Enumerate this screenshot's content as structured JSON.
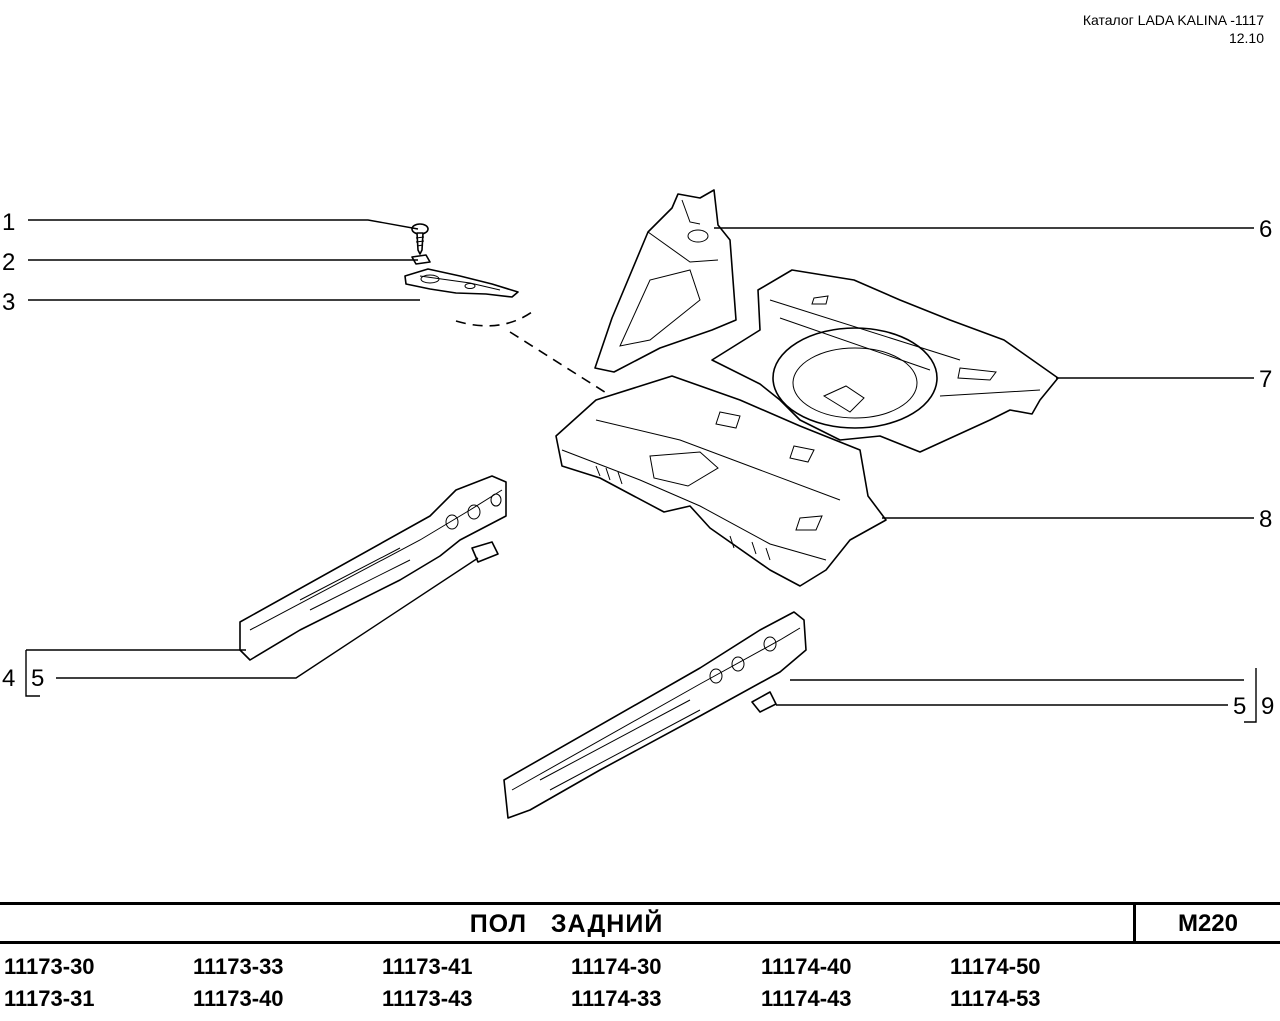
{
  "header": {
    "catalog_title": "Каталог LADA KALINA -1117",
    "page_date": "12.10"
  },
  "callouts": {
    "c1": "1",
    "c2": "2",
    "c3": "3",
    "c4": "4",
    "c5_left": "5",
    "c5_right": "5",
    "c6": "6",
    "c7": "7",
    "c8": "8",
    "c9": "9"
  },
  "footer": {
    "section_title": "ПОЛ   ЗАДНИЙ",
    "section_code": "М220"
  },
  "models": [
    [
      "11173-30",
      "11173-33",
      "11173-41",
      "11174-30",
      "11174-40",
      "11174-50"
    ],
    [
      "11173-31",
      "11173-40",
      "11173-43",
      "11174-33",
      "11174-43",
      "11174-53"
    ]
  ]
}
